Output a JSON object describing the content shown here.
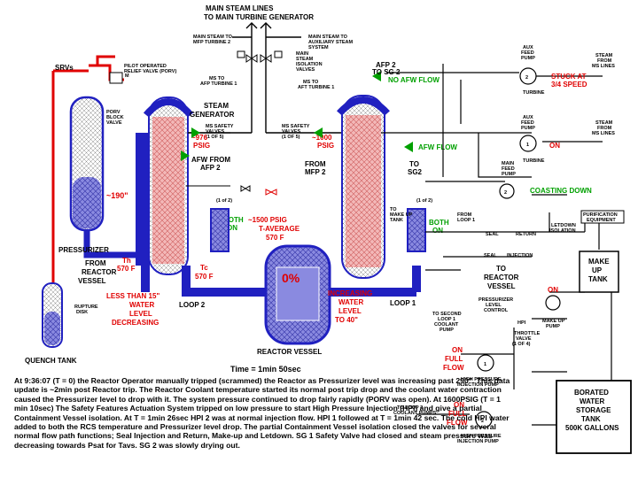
{
  "title": {
    "line1": "MAIN STEAM LINES",
    "line2": "TO MAIN TURBINE GENERATOR"
  },
  "time_label": "Time = 1min 50sec",
  "labels": {
    "main_steam_mfp_turbine": [
      "MAIN STEAM TO",
      "MFP TURBINE 2"
    ],
    "main_steam_aux": [
      "MAIN STEAM TO",
      "AUXILIARY STEAM",
      "SYSTEM"
    ],
    "msiv": [
      "MAIN",
      "STEAM",
      "ISOLATION",
      "VALVES"
    ],
    "ms_to_aft_left": [
      "MS TO",
      "AFP TURBINE 1"
    ],
    "ms_to_aft_right": [
      "MS TO",
      "AFT TURBINE 1"
    ],
    "afp2_to_sg2": [
      "AFP 2",
      "TO SG 2"
    ],
    "srvs": "SRVs",
    "porv": [
      "PILOT OPERATED",
      "RELIEF VALVE (PORV)"
    ],
    "porv_block": [
      "PORV",
      "BLOCK",
      "VALVE"
    ],
    "steam_generator": [
      "STEAM",
      "GENERATOR"
    ],
    "ms_safety_left": [
      "MS SAFETY",
      "VALVES",
      "(1 OF 5)"
    ],
    "ms_safety_right": [
      "MS SAFETY",
      "VALVES",
      "(1 OF 5)"
    ],
    "afw_from_afp2": [
      "AFW FROM",
      "AFP 2"
    ],
    "from_mfp2": [
      "FROM",
      "MFP 2"
    ],
    "to_sg2": [
      "TO",
      "SG2"
    ],
    "one_of_two_left": "(1 of 2)",
    "one_of_two_right": "(1 of 2)",
    "to_makeup_tank": [
      "TO",
      "MAKE UP",
      "TANK"
    ],
    "from_loop1": [
      "FROM",
      "LOOP 1"
    ],
    "pressurizer": "PRESSURIZER",
    "from_reactor_vessel": [
      "FROM",
      "REACTOR",
      "VESSEL"
    ],
    "th": [
      "Th",
      "570 F"
    ],
    "tc": [
      "Tc",
      "570 F"
    ],
    "loop2": "LOOP 2",
    "loop1": "LOOP 1",
    "reactor_vessel": "REACTOR VESSEL",
    "rupture_disk": [
      "RUPTURE",
      "DISK"
    ],
    "quench_tank": "QUENCH TANK",
    "aux_fw_pump_top": [
      "AUX",
      "FEED",
      "PUMP"
    ],
    "aux_fw_pump_mid": [
      "AUX",
      "FEED",
      "PUMP"
    ],
    "steam_from_ms_top": [
      "STEAM",
      "FROM",
      "MS LINES"
    ],
    "steam_from_ms_mid": [
      "STEAM",
      "FROM",
      "MS LINES"
    ],
    "turbine_top": "TURBINE",
    "turbine_mid": "TURBINE",
    "main_feed_pump": [
      "MAIN",
      "FEED",
      "PUMP"
    ],
    "purification": [
      "PURIFICATION",
      "EQUIPMENT"
    ],
    "letdown_isolation": [
      "LETDOWN",
      "ISOLATION"
    ],
    "seal": "SEAL",
    "return": "RETURN",
    "seal_injection": "SEAL",
    "injection": "INJECTION",
    "to_reactor_vessel": [
      "TO",
      "REACTOR",
      "VESSEL"
    ],
    "make_up_tank": [
      "MAKE",
      "UP",
      "TANK"
    ],
    "pressurizer_level_control": [
      "PRESSURIZER",
      "LEVEL",
      "CONTROL"
    ],
    "make_up_pump": [
      "MAKE UP",
      "PUMP"
    ],
    "to_second_loop": [
      "TO SECOND",
      "LOOP 1",
      "COOLANT",
      "PUMP"
    ],
    "hpi_throttle": [
      "HPI",
      "THROTTLE",
      "VALVE",
      "(1 OF 4)"
    ],
    "hpi_pump_1": [
      "HIGH PRESSURE",
      "INJECTION PUMP"
    ],
    "hpi_pump_2": [
      "HIGH PRESSURE",
      "INJECTION PUMP"
    ],
    "to_loop2_pumps": [
      "TO LOOP 2",
      "COOLANT PUMPS"
    ],
    "bwst": [
      "BORATED",
      "WATER",
      "STORAGE",
      "TANK",
      "500K GALLONS"
    ],
    "valve_m": "M",
    "pump_1": "1",
    "pump_2": "2"
  },
  "status": {
    "no_afw_flow": "NO AFW FLOW",
    "stuck_at": [
      "STUCK AT",
      "3/4 SPEED"
    ],
    "on_aux_mid": "ON",
    "afw_flow": "AFW FLOW",
    "coasting_down": "COASTING DOWN",
    "sg_left_pressure": [
      "~976",
      "PSIG"
    ],
    "sg_right_pressure": [
      "~1000",
      "PSIG"
    ],
    "pzr_level": "~190\"",
    "both_on_left": [
      "BOTH",
      "ON"
    ],
    "both_on_right": [
      "BOTH",
      "ON"
    ],
    "rcs_pressure": [
      "~1500 PSIG",
      "T-AVERAGE",
      "570 F"
    ],
    "power": "0%",
    "left_level": [
      "LESS THAN 15\"",
      "WATER",
      "LEVEL",
      "DECREASING"
    ],
    "right_level": [
      "INCREASING",
      "WATER",
      "LEVEL",
      "TO 40\""
    ],
    "on_makeup": "ON",
    "on_full_flow_1": [
      "ON",
      "FULL",
      "FLOW"
    ],
    "on_full_flow_2": [
      "ON",
      "FULL",
      "FLOW"
    ]
  },
  "colors": {
    "pipe_blue": "#2020c0",
    "rcs_fill": "#8a8ae0",
    "hot_red": "#e00000",
    "status_green": "#00a000",
    "sg_fill": "#f3b8b8"
  },
  "narrative": "At 9:36:07 (T = 0) the Reactor Operator manually tripped (scrammed) the Reactor as Pressurizer level was increasing past 290\". This data update is ~2min post Reactor trip. The Reactor Coolant temperature started its normal post trip drop and the coolant water contraction caused the Pressurizer level to drop with it. The system pressure continued to drop fairly rapidly (PORV was open). At 1600PSIG (T = 1 min 10sec) The Safety Features Actuation System tripped on low pressure to start High Pressure Injection (HPI) and give a partial Containment Vessel isolation. At T = 1min 26sec HPI 2 was at normal injection flow. HPI 1 followed at T = 1min 42 sec. The cold HPI water added to both the RCS temperature and Pressurizer level drop. The partial Containment Vessel isolation closed the valves for several normal flow path functions; Seal Injection and Return, Make-up and Letdown. SG 1 Safety Valve had closed and steam pressure was decreasing towards Psat for Tavs. SG 2 was slowly drying out."
}
